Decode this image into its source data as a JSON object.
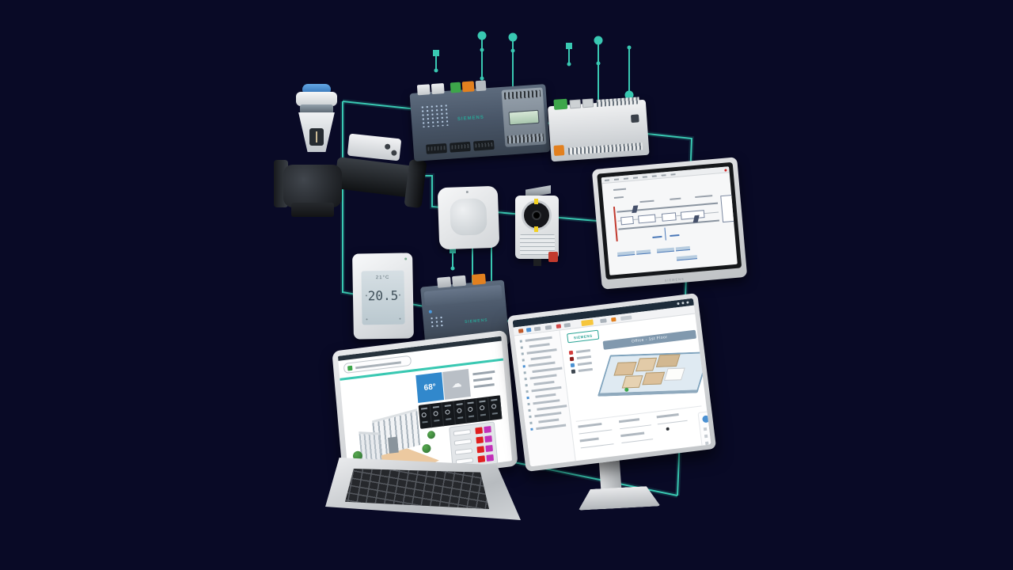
{
  "theme": {
    "background": "#090a26",
    "accent": "#39c8b2",
    "brand_teal": "#2aa496",
    "weather_blue": "#3188cc",
    "alarm_red": "#e01f1f",
    "alarm_magenta": "#c230b8",
    "toolbar_yellow": "#f6c63c",
    "status_green": "#3da64a",
    "status_orange": "#e2801f"
  },
  "brand": "SIEMENS",
  "icons": {
    "cloud": "☁",
    "eco_leaf": "✿"
  },
  "devices": {
    "thermostat": {
      "display_top": "21°C",
      "display_main": "20.5"
    },
    "laptop_dashboard": {
      "temperature": "68°",
      "forecast_tile_count": 7,
      "alarm_row_count": 4
    },
    "bms_screen": {
      "floorplan_title": "Office - 1st Floor",
      "nav_tree_row_count": 15,
      "point_list_row_count": 6,
      "legend_row_count": 4,
      "widget_row_count": 4
    }
  }
}
